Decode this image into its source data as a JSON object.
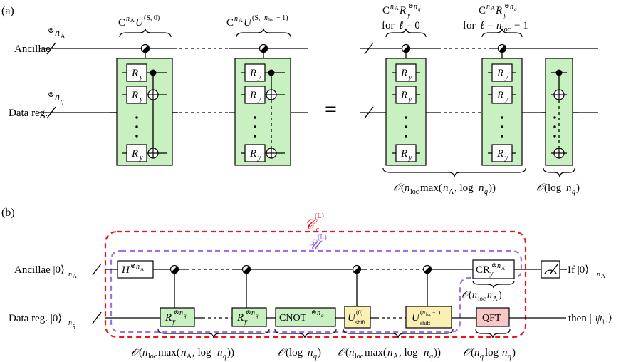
{
  "panel_a": {
    "label": "(a)",
    "ancillae_label": "Ancillae",
    "data_reg_label": "Data reg.",
    "ancilla_size": "⊗n_A",
    "data_size": "⊗n_q",
    "ry_label": "R_y",
    "block1_title": "C^{n_A}U^{(S, 0)}",
    "block2_title": "C^{n_A}U^{(S, n_loc − 1)}",
    "equals": "=",
    "rhs1_title_a": "C^{n_A}R_y^{⊗n_q}",
    "rhs1_title_b": "for ℓ = 0",
    "rhs2_title_a": "C^{n_A}R_y^{⊗n_q}",
    "rhs2_title_b": "for ℓ = n_loc − 1",
    "cost_left": "𝒪(n_loc max(n_A, log n_q))",
    "cost_right": "𝒪(log n_q)"
  },
  "panel_b": {
    "label": "(b)",
    "ancillae_label": "Ancillae |0⟩",
    "data_reg_label": "Data reg. |0⟩",
    "clc_label": "𝒞_lc^(L)",
    "u_label": "𝒰^(L)",
    "h_gate": "H^{⊗n_A}",
    "ry_gate": "R_y^{⊗n_q}",
    "cnot_gate": "CNOT^{⊗n_q}",
    "ushift0": "U_shift^(0)",
    "ushift_n": "U_shift^(n_loc−1)",
    "cry_gate": "CR_y^{⊗n_A}",
    "qft_gate": "QFT",
    "if_text": "If |0⟩",
    "then_text": "then |ψ_lc⟩",
    "cost1": "𝒪(n_loc max(n_A, log n_q))",
    "cost2": "𝒪(log n_q)",
    "cost3": "𝒪(n_loc max(n_A, log n_q))",
    "cost4": "𝒪(n_q log n_q)",
    "cost_cry": "𝒪(n_loc n_A)"
  },
  "colors": {
    "green_block": "#c9f0c0",
    "yellow_block": "#fbefb5",
    "pink_block": "#f8c8c8",
    "clc_dash": "#e8141e",
    "u_dash": "#a070e8",
    "clc_text": "#e8141e",
    "u_text": "#8a5ae0"
  }
}
